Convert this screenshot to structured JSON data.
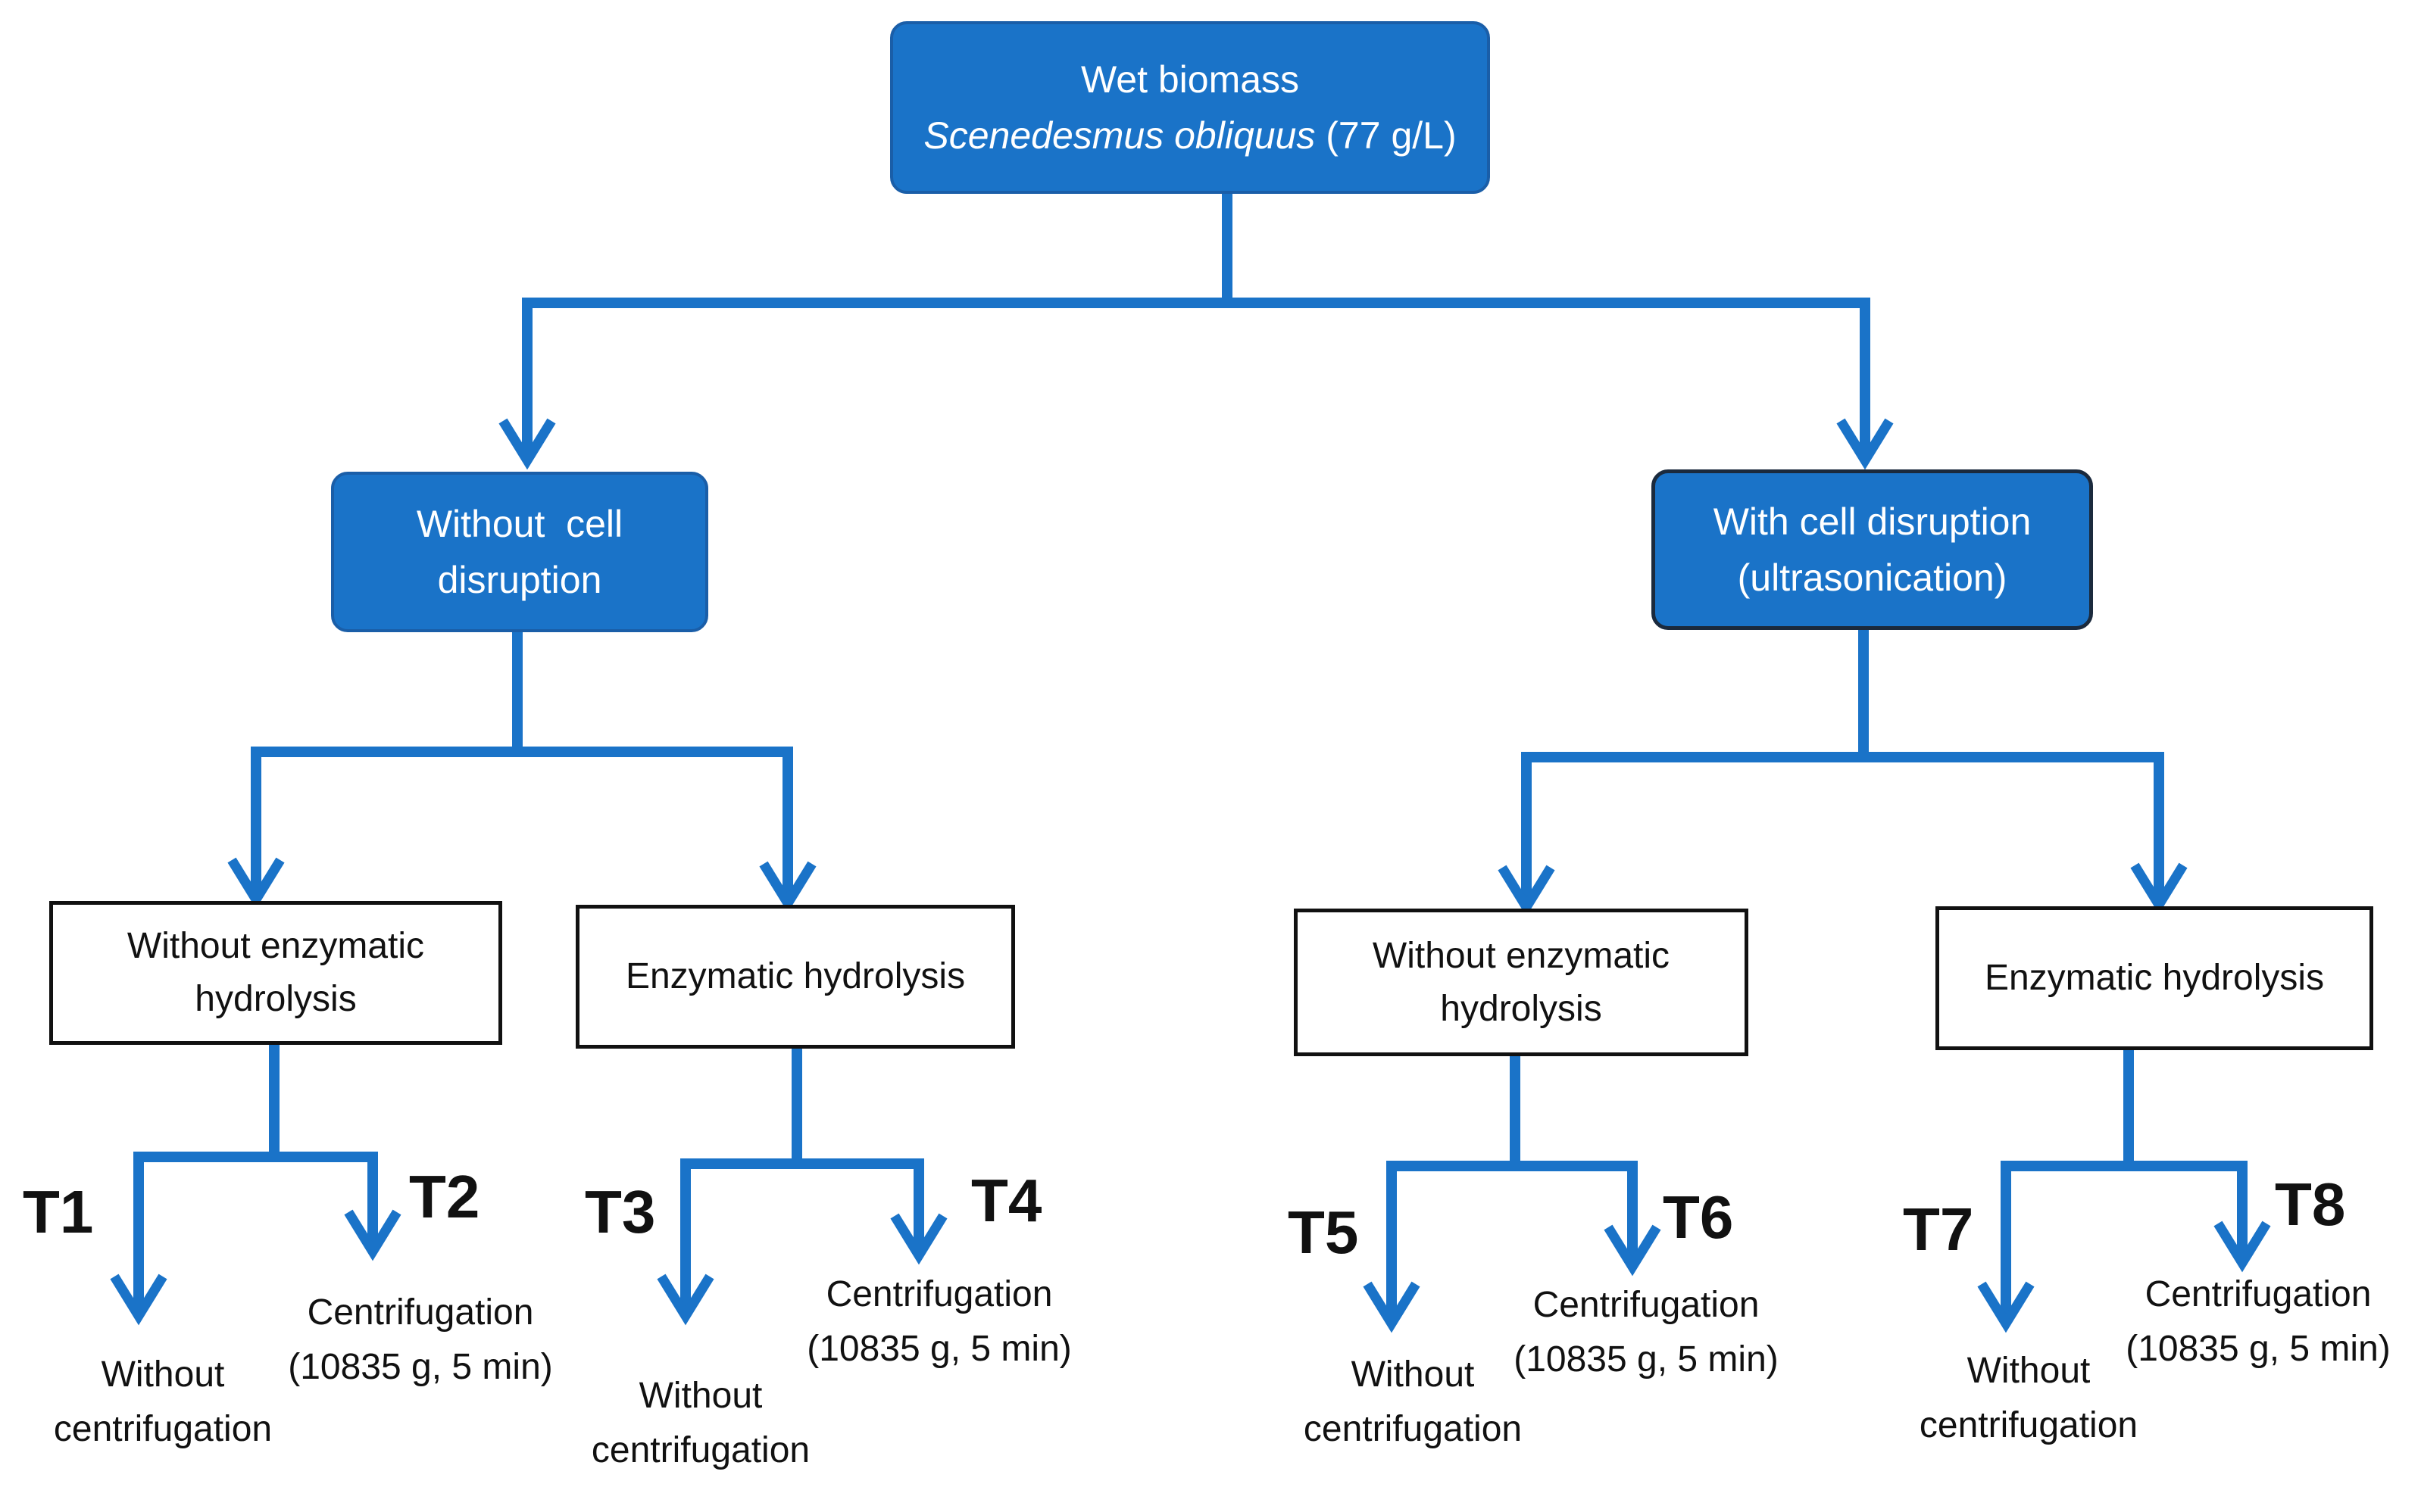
{
  "root": {
    "line1": "Wet biomass",
    "species": "Scenedesmus obliquus",
    "concentration": "(77 g/L)"
  },
  "level2": {
    "left": {
      "line1": "Without  cell",
      "line2": "disruption"
    },
    "right": {
      "line1": "With cell disruption",
      "line2": "(ultrasonication)"
    }
  },
  "level3": {
    "a": {
      "line1": "Without enzymatic",
      "line2": "hydrolysis"
    },
    "b": {
      "line1": "Enzymatic hydrolysis"
    },
    "c": {
      "line1": "Without enzymatic",
      "line2": "hydrolysis"
    },
    "d": {
      "line1": "Enzymatic hydrolysis"
    }
  },
  "treatments": {
    "t1": "T1",
    "t2": "T2",
    "t3": "T3",
    "t4": "T4",
    "t5": "T5",
    "t6": "T6",
    "t7": "T7",
    "t8": "T8"
  },
  "leaves": {
    "without_line1": "Without",
    "without_line2": "centrifugation",
    "centrifugation_line1": "Centrifugation",
    "centrifugation_line2": "(10835 g, 5 min)"
  },
  "colors": {
    "connector": "#1a73c8",
    "blue_box": "#1a73c8",
    "white_box_border": "#111111"
  }
}
